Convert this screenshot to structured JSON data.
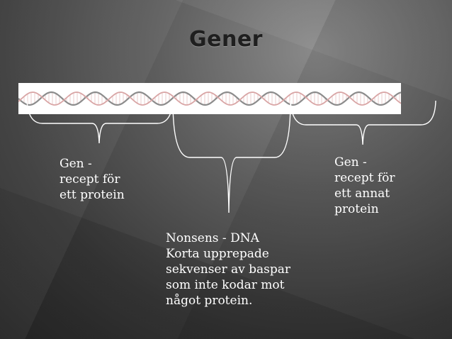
{
  "title": "Gener",
  "labels": {
    "gene_left": [
      "Gen -",
      "recept för",
      "ett protein"
    ],
    "gene_right": [
      "Gen -",
      "recept för",
      "ett annat",
      "protein"
    ],
    "nonsense": [
      "Nonsens - DNA",
      "Korta upprepade",
      "sekvenser av baspar",
      "som inte kodar mot",
      "något protein."
    ]
  },
  "colors": {
    "background": "#3a3a3a",
    "title": "#1f1f1f",
    "text": "#ffffff",
    "strand_gray": "#8c8c8c",
    "strand_pink": "#d9a5a5",
    "bracket": "#ffffff"
  }
}
